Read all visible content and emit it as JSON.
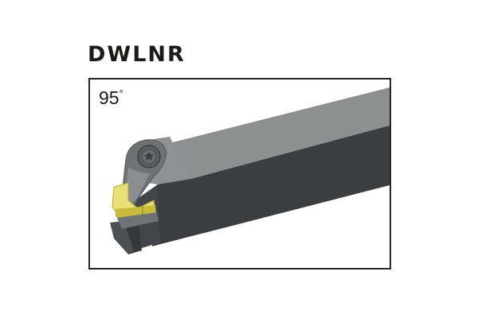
{
  "title": "DWLNR",
  "diagram": {
    "angle_value": "95",
    "angle_unit": "°",
    "components": [
      "tool-holder-shank",
      "clamp-screw",
      "wedge-clamp",
      "insert-seat",
      "carbide-insert"
    ],
    "colors": {
      "shank_top": "#8d9091",
      "shank_side": "#3a3e40",
      "head_light": "#a3a6a8",
      "head_mid": "#6e7274",
      "head_dark": "#4a4e50",
      "insert": "#e8df78",
      "insert_dark": "#c9bb3a",
      "frame_border": "#2a2420"
    }
  }
}
